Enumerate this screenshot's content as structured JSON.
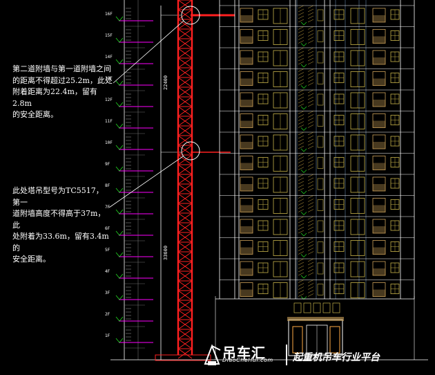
{
  "notes": {
    "note1": "第二道附墙与第一道附墙之间\n的距离不得超过25.2m，此处\n附着距离为22.4m，留有2.8m\n的安全距离。",
    "note2": "此处塔吊型号为TC5517，第一\n道附墙高度不得高于37m，此\n处附着为33.6m，留有3.4m的\n安全距离。"
  },
  "dimensions": {
    "upper": "22400",
    "lower": "33600"
  },
  "floors": [
    "16F",
    "15F",
    "14F",
    "13F",
    "12F",
    "11F",
    "10F",
    "9F",
    "8F",
    "7F",
    "6F",
    "5F",
    "4F",
    "3F",
    "2F",
    "1F"
  ],
  "watermark": {
    "brand": "吊车汇",
    "url": "DiaoCheHui.com",
    "slogan": "起重机吊车行业平台"
  },
  "colors": {
    "background": "#000000",
    "tower": "#ff2020",
    "wall": "#ffffff",
    "floor_tick": "#ff00ff",
    "level_mark": "#22dd22",
    "window": "#c8b44a",
    "balcony": "#cfa35a",
    "grid": "#6688aa"
  }
}
